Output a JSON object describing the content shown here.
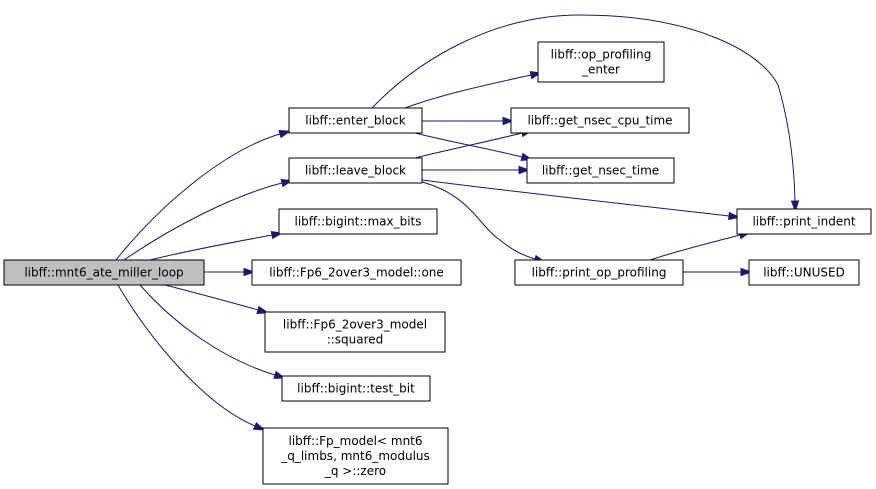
{
  "graph": {
    "root": "libff::mnt6_ate_miller_loop",
    "nodes": {
      "mnt6_ate_miller_loop": [
        "libff::mnt6_ate_miller_loop"
      ],
      "enter_block": [
        "libff::enter_block"
      ],
      "leave_block": [
        "libff::leave_block"
      ],
      "max_bits": [
        "libff::bigint::max_bits"
      ],
      "fp6_one": [
        "libff::Fp6_2over3_model::one"
      ],
      "fp6_squared": [
        "libff::Fp6_2over3_model",
        "::squared"
      ],
      "test_bit": [
        "libff::bigint::test_bit"
      ],
      "fp_zero": [
        "libff::Fp_model< mnt6",
        "_q_limbs, mnt6_modulus",
        "_q >::zero"
      ],
      "op_profiling_enter": [
        "libff::op_profiling",
        "_enter"
      ],
      "get_nsec_cpu_time": [
        "libff::get_nsec_cpu_time"
      ],
      "get_nsec_time": [
        "libff::get_nsec_time"
      ],
      "print_indent": [
        "libff::print_indent"
      ],
      "print_op_profiling": [
        "libff::print_op_profiling"
      ],
      "unused": [
        "libff::UNUSED"
      ]
    },
    "edges": [
      [
        "mnt6_ate_miller_loop",
        "enter_block"
      ],
      [
        "mnt6_ate_miller_loop",
        "leave_block"
      ],
      [
        "mnt6_ate_miller_loop",
        "max_bits"
      ],
      [
        "mnt6_ate_miller_loop",
        "fp6_one"
      ],
      [
        "mnt6_ate_miller_loop",
        "fp6_squared"
      ],
      [
        "mnt6_ate_miller_loop",
        "test_bit"
      ],
      [
        "mnt6_ate_miller_loop",
        "fp_zero"
      ],
      [
        "enter_block",
        "op_profiling_enter"
      ],
      [
        "enter_block",
        "get_nsec_cpu_time"
      ],
      [
        "enter_block",
        "get_nsec_time"
      ],
      [
        "enter_block",
        "print_indent"
      ],
      [
        "leave_block",
        "get_nsec_cpu_time"
      ],
      [
        "leave_block",
        "get_nsec_time"
      ],
      [
        "leave_block",
        "print_indent"
      ],
      [
        "leave_block",
        "print_op_profiling"
      ],
      [
        "print_op_profiling",
        "print_indent"
      ],
      [
        "print_op_profiling",
        "unused"
      ]
    ],
    "colors": {
      "edge": "#191970",
      "root_fill": "#bfbfbf",
      "node_fill": "#ffffff",
      "border": "#000000"
    }
  }
}
